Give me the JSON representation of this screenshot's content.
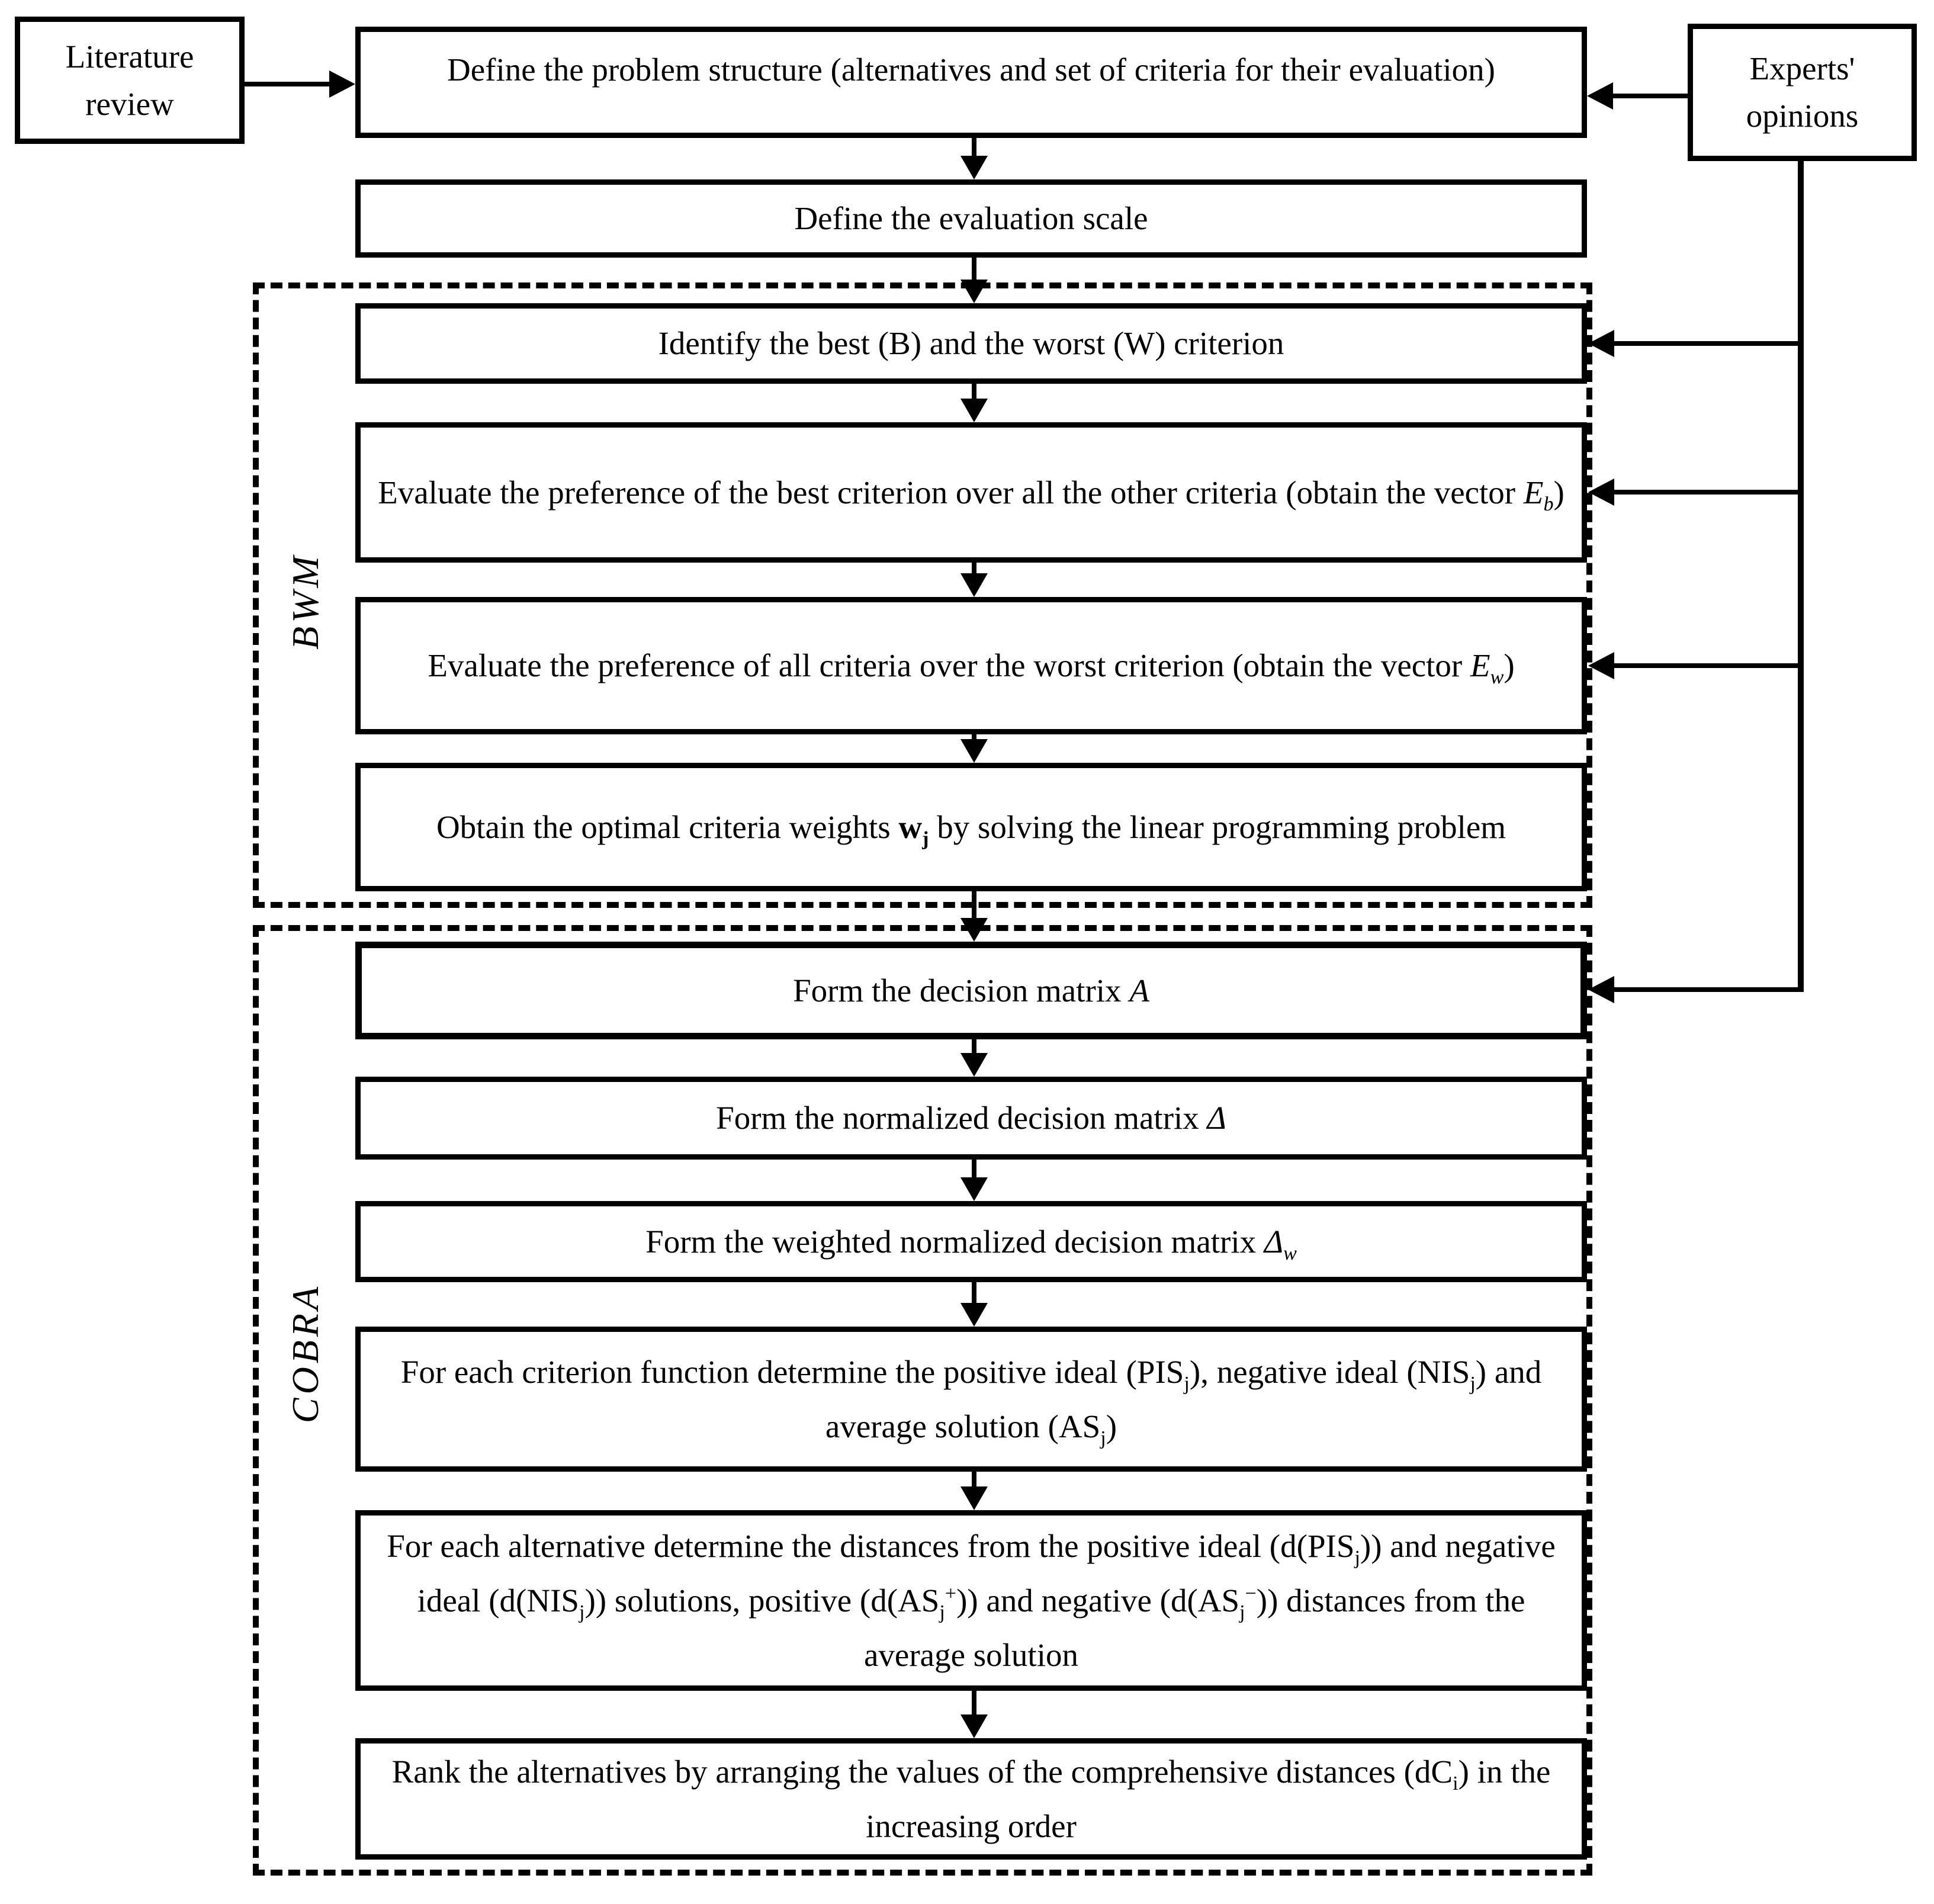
{
  "diagram": {
    "inputs": {
      "literature": "Literature review",
      "experts": "Experts' opinions"
    },
    "groups": [
      {
        "label": "BWM"
      },
      {
        "label": "COBRA"
      }
    ],
    "steps": [
      {
        "html": "Define the problem structure (alternatives and set of criteria for their evaluation)"
      },
      {
        "html": "Define the evaluation scale"
      },
      {
        "html": "Identify the best (B) and the worst (W) criterion"
      },
      {
        "html": "Evaluate the preference of the best criterion over all the other criteria (obtain the vector <i>E<sub>b</sub></i>)"
      },
      {
        "html": "Evaluate the preference of all criteria over the worst criterion (obtain the vector <i>E<sub>w</sub></i>)"
      },
      {
        "html": "Obtain the optimal criteria weights <b>w<sub>j</sub></b> by solving the linear programming problem"
      },
      {
        "html": "Form the decision matrix <i>A</i>"
      },
      {
        "html": "Form the normalized decision matrix <i>&#916;</i>"
      },
      {
        "html": "Form the weighted normalized decision matrix <i>&#916;<sub>w</sub></i>"
      },
      {
        "html": "For each criterion function determine the positive ideal (PIS<sub>j</sub>), negative ideal (NIS<sub>j</sub>) and average solution (AS<sub>j</sub>)"
      },
      {
        "html": "For each alternative determine the distances from the positive ideal (d(PIS<sub>j</sub>)) and negative ideal (d(NIS<sub>j</sub>)) solutions, positive (d(AS<sub>j</sub><sup>+</sup>)) and negative (d(AS<sub>j</sub><sup>&#8722;</sup>)) distances from the average solution"
      },
      {
        "html": "Rank the alternatives by arranging the values of the comprehensive distances (dC<sub>i</sub>) in the increasing order"
      }
    ],
    "colors": {
      "line": "#000000",
      "background": "#ffffff"
    }
  }
}
